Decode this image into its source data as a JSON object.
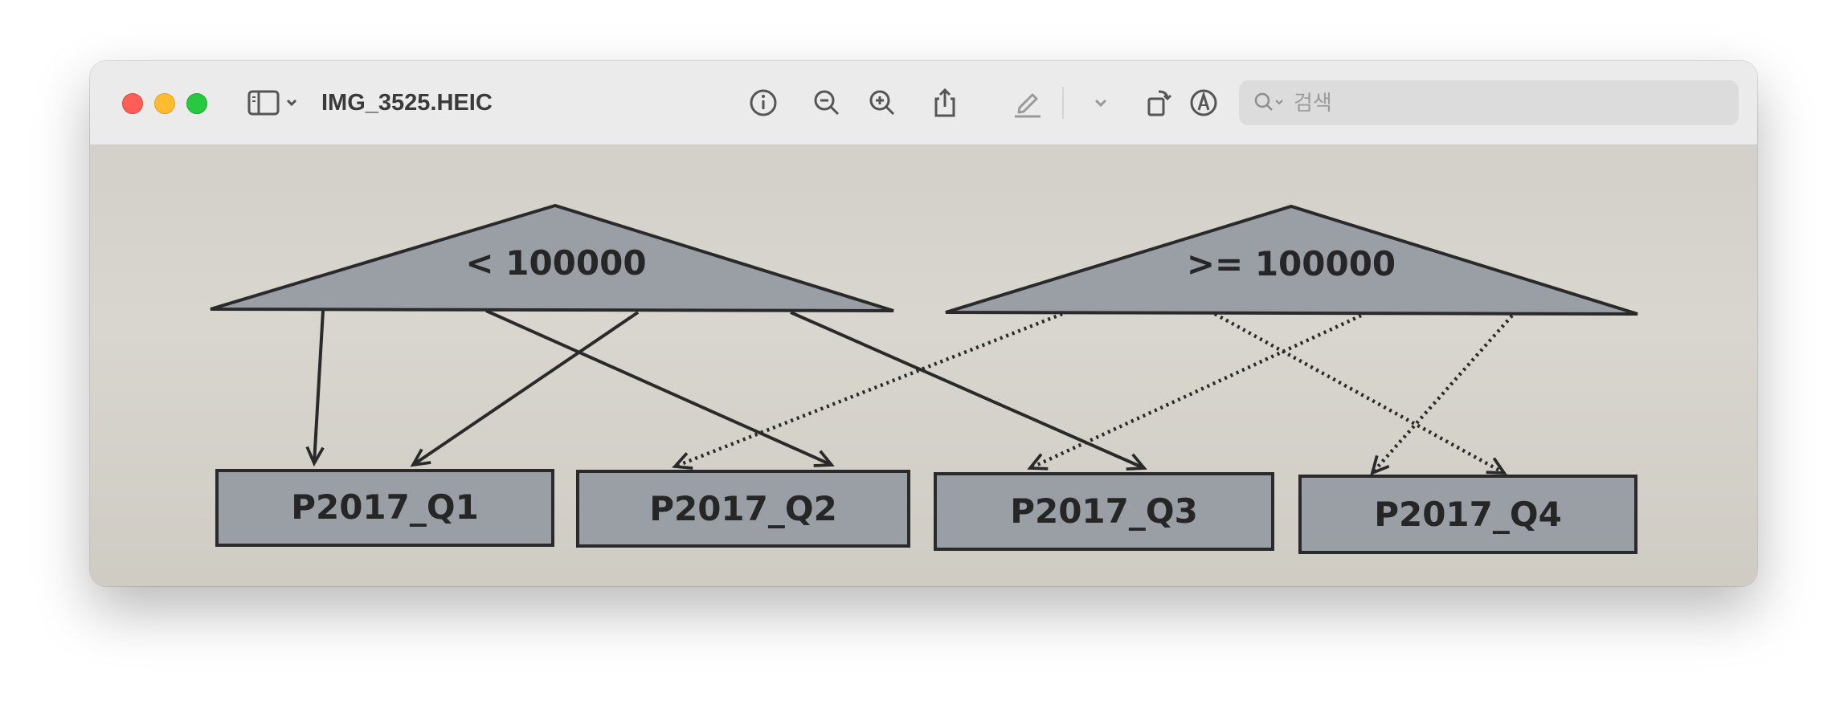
{
  "window": {
    "title": "IMG_3525.HEIC",
    "search": {
      "placeholder": "검색",
      "value": ""
    }
  },
  "toolbar": {
    "icons": [
      "sidebar-toggle-icon",
      "info-icon",
      "zoom-out-icon",
      "zoom-in-icon",
      "share-icon",
      "markup-pen-icon",
      "chevron-down-icon",
      "rotate-icon",
      "annotate-icon",
      "search-icon"
    ]
  },
  "colors": {
    "close": "#ff5f57",
    "minimize": "#febc2e",
    "maximize": "#28c840",
    "photo_background": "#d6d3cc",
    "shape_fill": "#9a9ea5",
    "line": "#2a2a2a"
  },
  "diagram": {
    "ranges": [
      {
        "label": "< 100000",
        "line_style": "solid"
      },
      {
        "label": ">= 100000",
        "line_style": "dotted"
      }
    ],
    "partitions": [
      "P2017_Q1",
      "P2017_Q2",
      "P2017_Q3",
      "P2017_Q4"
    ]
  }
}
